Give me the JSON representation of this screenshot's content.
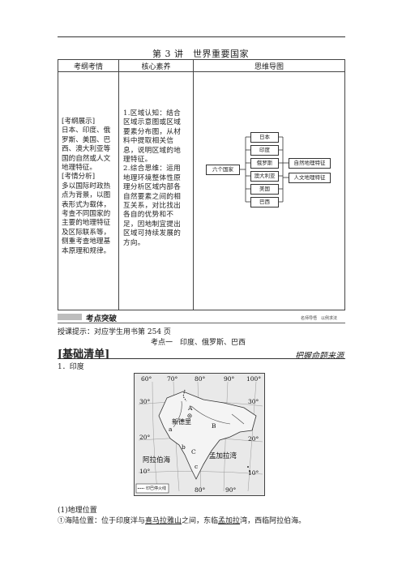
{
  "lesson_title": "第 3 讲　世界重要国家",
  "table": {
    "headers": [
      "考纲考情",
      "核心素养",
      "思维导图"
    ],
    "col1_lines": [
      "[考纲展示]",
      "日本、印度、俄",
      "罗斯、美国、巴",
      "西、澳大利亚等",
      "国的自然或人文",
      "地理特征。",
      "[考情分析]",
      "多以国际时政热",
      "点为背景，以图",
      "表形式为载体，",
      "考查不同国家的",
      "主要的地理特征",
      "及区际联系等，",
      "侧重考查地理基",
      "本原理和规律。"
    ],
    "col2_lines": [
      "1.区域认知：结合",
      "区域示意图或区域",
      "要素分布图，从材",
      "料中提取相关信",
      "息，说明区域的地",
      "理特征。",
      "2.综合思维：运用",
      "地理环境整体性原",
      "理分析区域内部各",
      "自然要素之间的相",
      "互关系，对比找出",
      "各自的优势和不",
      "足，因地制宜提出",
      "区域可持续发展的",
      "方向。"
    ],
    "mindmap": {
      "root": "六个国家",
      "countries": [
        "日本",
        "印度",
        "俄罗斯",
        "澳大利亚",
        "美国",
        "巴西"
      ],
      "features": [
        "自然地理特征",
        "人文地理特征"
      ]
    }
  },
  "section": {
    "title": "考点突破",
    "slogan": "名师导悟　以例求法"
  },
  "hint": "授课提示：对应学生用书第 254 页",
  "topic": "考点一　印度、俄罗斯、巴西",
  "banner": {
    "left": "[基础清单]",
    "right": "把握命题来源"
  },
  "item_heading": "1．印度",
  "map": {
    "lon_top": [
      "60°",
      "70°",
      "80°",
      "90°",
      "100°"
    ],
    "lon_bottom": [
      "80°",
      "90°"
    ],
    "lat_left": [
      "30°",
      "20°",
      "10°"
    ],
    "lat_right": [
      "30°",
      "20°",
      "10°"
    ],
    "labels": {
      "capital": "新德里",
      "sea": "阿拉伯海",
      "bay": "孟加拉湾",
      "A": "A",
      "B": "B",
      "C": "C",
      "a": "a",
      "b": "b",
      "c": "c"
    },
    "legend": "印巴停火线"
  },
  "sub_heading": "(1)地理位置",
  "position": {
    "prefix": "①海陆位置：位于印度洋与",
    "u1": "喜马拉雅山",
    "mid1": "之间，东临",
    "u2": "孟加拉",
    "mid2": "湾，西临阿拉伯海。"
  }
}
